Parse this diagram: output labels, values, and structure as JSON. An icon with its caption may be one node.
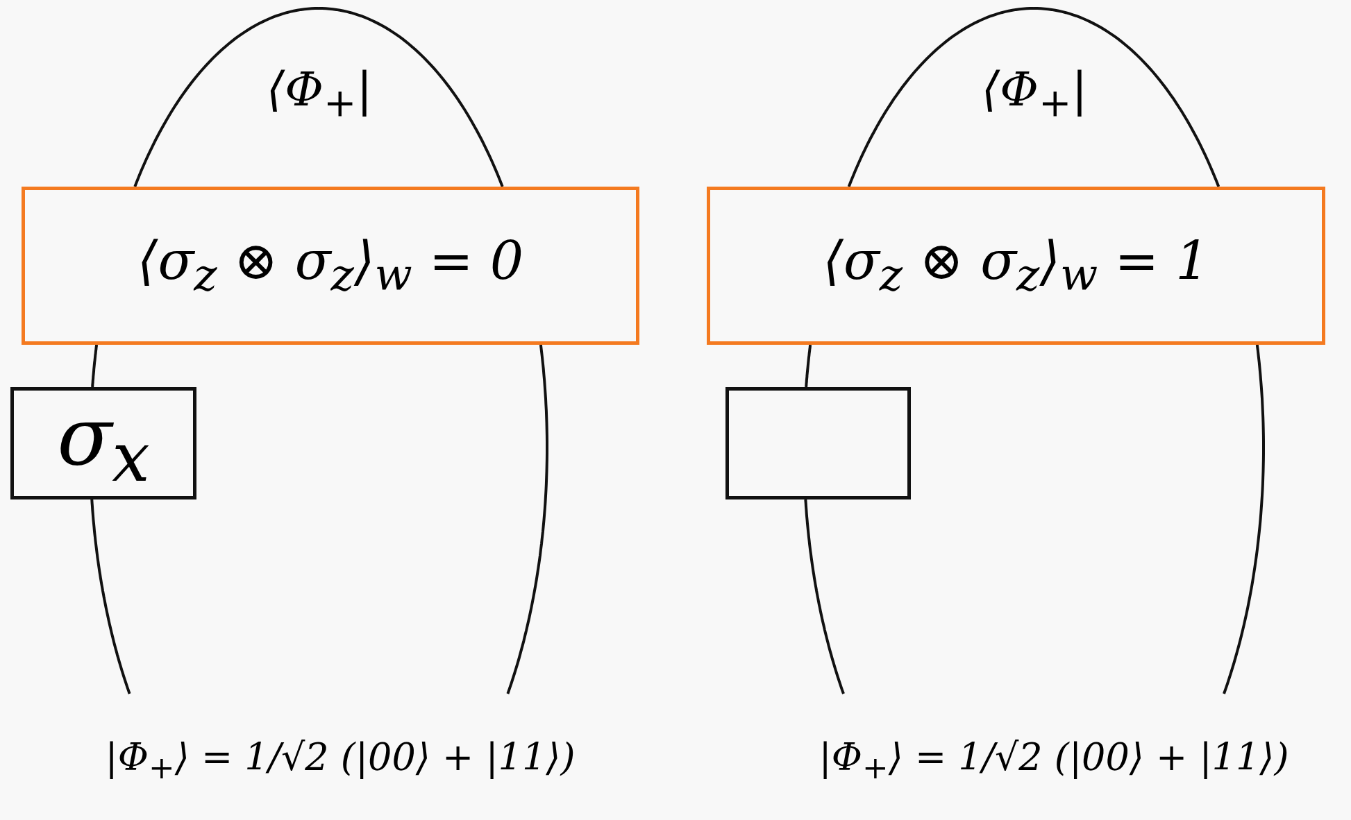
{
  "diagram": {
    "nodes": [
      {
        "text": [
          "⟨Φ$_{+}$|"
        ]
      },
      {
        "text": [
          "⟨σ$_{z}$ ⊗ σ$_{z}$⟩$_{w}$ = 0"
        ]
      },
      {
        "text": [
          "σ$_{x}$"
        ]
      },
      {
        "text": [
          "|Φ$_{+}$⟩ = 1/√2 (|00⟩ + |11⟩)"
        ]
      },
      {
        "text": [
          "⟨Φ$_{+}$|"
        ]
      },
      {
        "text": [
          "⟨σ$_{z}$ ⊗ σ$_{z}$⟩$_{w}$ = 1"
        ]
      },
      {
        "text": [],
        "shape": "box"
      },
      {
        "text": [
          "|Φ$_{+}$⟩ = 1/√2 (|00⟩ + |11⟩)"
        ]
      }
    ],
    "edges": [
      {
        "from": 3,
        "to": 2,
        "arrow": "none"
      },
      {
        "from": 2,
        "to": 1,
        "arrow": "none"
      },
      {
        "from": 1,
        "to": 0,
        "arrow": "none"
      },
      {
        "from": 0,
        "to": 1,
        "arrow": "none"
      },
      {
        "from": 1,
        "to": 3,
        "arrow": "none"
      },
      {
        "from": 7,
        "to": 6,
        "arrow": "none"
      },
      {
        "from": 6,
        "to": 5,
        "arrow": "none"
      },
      {
        "from": 5,
        "to": 4,
        "arrow": "none"
      },
      {
        "from": 4,
        "to": 5,
        "arrow": "none"
      },
      {
        "from": 5,
        "to": 7,
        "arrow": "none"
      }
    ]
  }
}
